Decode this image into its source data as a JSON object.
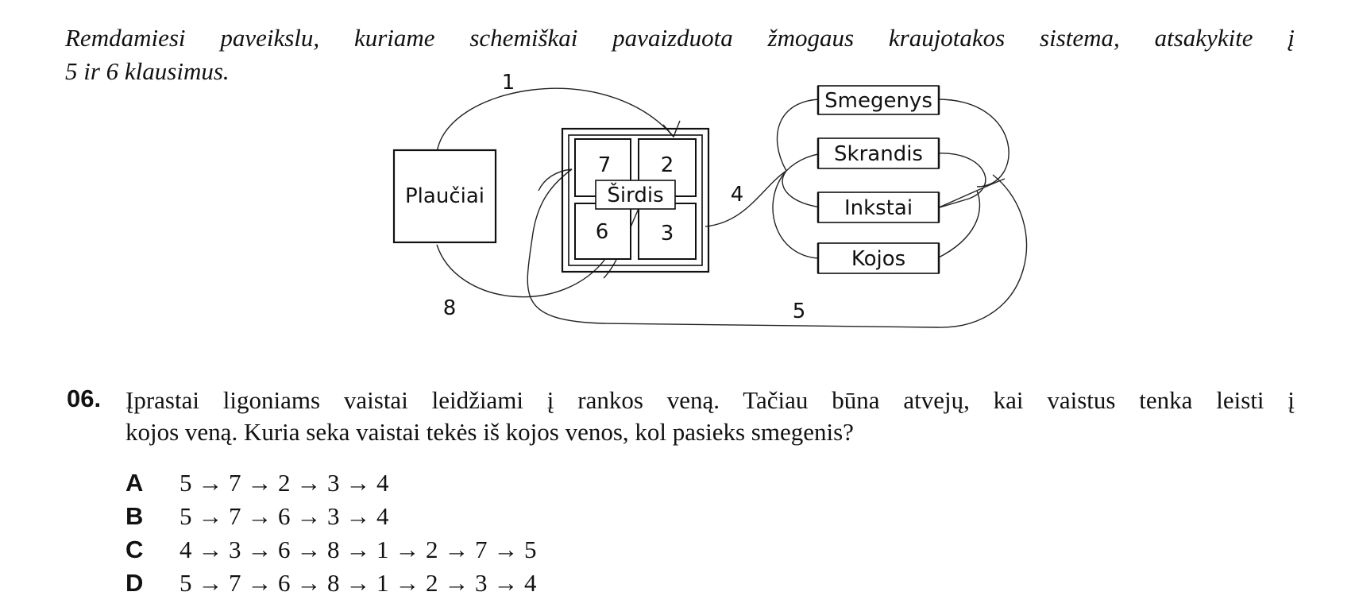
{
  "intro": {
    "line1": "Remdamiesi paveikslu, kuriame schemiškai pavaizduota žmogaus kraujotakos sistema, atsakykite į",
    "line2": "5 ir 6 klausimus."
  },
  "diagram": {
    "lungs": "Plaučiai",
    "heart": "Širdis",
    "chambers": {
      "top_left": "7",
      "top_right": "2",
      "bottom_left": "6",
      "bottom_right": "3"
    },
    "organs": [
      "Smegenys",
      "Skrandis",
      "Inkstai",
      "Kojos"
    ],
    "vessels": {
      "v1": "1",
      "v4": "4",
      "v5": "5",
      "v8": "8"
    }
  },
  "question": {
    "number": "06.",
    "text_line1": "Įprastai ligoniams vaistai leidžiami į rankos veną. Tačiau būna atvejų, kai vaistus tenka leisti į",
    "text_line2": "kojos veną. Kuria seka vaistai tekės iš kojos venos, kol pasieks smegenis?",
    "options": [
      {
        "letter": "A",
        "sequence": "5 → 7 → 2 → 3 → 4"
      },
      {
        "letter": "B",
        "sequence": "5 → 7 → 6 → 3 → 4"
      },
      {
        "letter": "C",
        "sequence": "4 → 3 → 6 → 8 → 1 → 2 → 7 → 5"
      },
      {
        "letter": "D",
        "sequence": "5 → 7 → 6 → 8 → 1 → 2 → 3 → 4"
      }
    ]
  }
}
